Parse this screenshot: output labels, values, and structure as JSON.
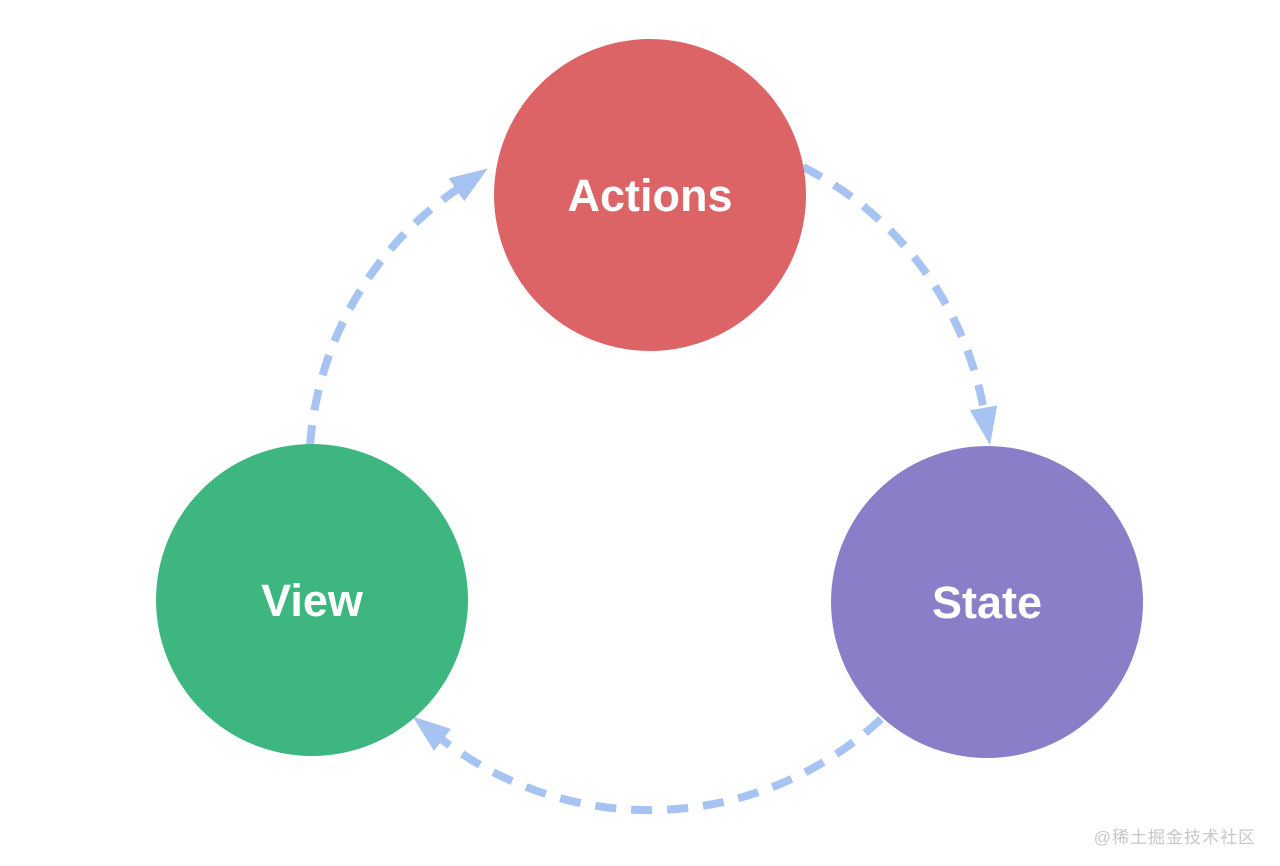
{
  "diagram": {
    "nodes": [
      {
        "id": "actions",
        "label": "Actions",
        "color": "#dc6366"
      },
      {
        "id": "state",
        "label": "State",
        "color": "#8b7ec8"
      },
      {
        "id": "view",
        "label": "View",
        "color": "#3db67f"
      }
    ],
    "edges": [
      {
        "from": "actions",
        "to": "state"
      },
      {
        "from": "state",
        "to": "view"
      },
      {
        "from": "view",
        "to": "actions"
      }
    ],
    "edge_style": {
      "color": "#a6c3f2",
      "pattern": "dashed"
    },
    "label_color": "#ffffff"
  },
  "watermark": {
    "text": "@稀土掘金技术社区",
    "color": "#c8c8c8"
  }
}
